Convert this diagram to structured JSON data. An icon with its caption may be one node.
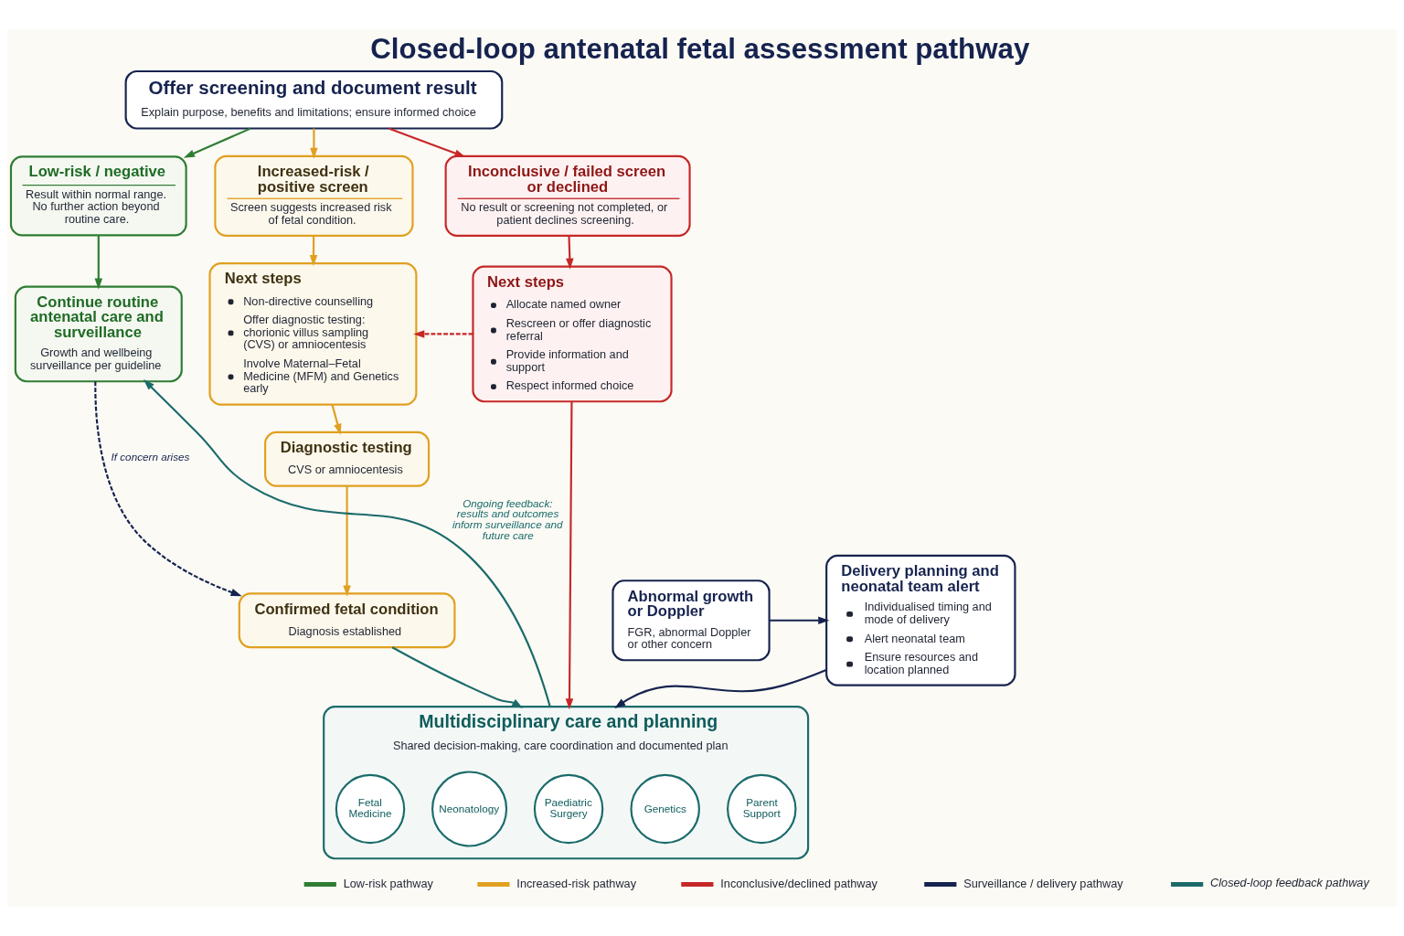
{
  "diagram": {
    "title": "Closed-loop antenatal fetal assessment pathway",
    "nodes": [
      {
        "text": [
          "Offer screening and document result",
          "Explain purpose, benefits and limitations; ensure informed choice"
        ]
      },
      {
        "text": [
          "Low-risk / negative",
          "Result within normal range. No further action beyond routine care."
        ]
      },
      {
        "text": [
          "Increased-risk / positive screen",
          "Screen suggests increased risk of fetal condition."
        ]
      },
      {
        "text": [
          "Inconclusive / failed screen or declined",
          "No result or screening not completed, or patient declines screening."
        ]
      },
      {
        "text": [
          "Continue routine antenatal care and surveillance",
          "Growth and wellbeing surveillance per guideline"
        ]
      },
      {
        "text": [
          "Next steps",
          "Non-directive counselling",
          "Offer diagnostic testing: chorionic villus sampling (CVS) or amniocentesis",
          "Involve Maternal–Fetal Medicine (MFM) and Genetics early"
        ]
      },
      {
        "text": [
          "Next steps",
          "Allocate named owner",
          "Rescreen or offer diagnostic referral",
          "Provide information and support",
          "Respect informed choice"
        ]
      },
      {
        "text": [
          "Diagnostic testing",
          "CVS or amniocentesis"
        ]
      },
      {
        "text": [
          "Confirmed fetal condition",
          "Diagnosis established"
        ]
      },
      {
        "text": [
          "Abnormal growth or Doppler",
          "FGR, abnormal Doppler or other concern"
        ]
      },
      {
        "text": [
          "Delivery planning and neonatal team alert",
          "Individualised timing and mode of delivery",
          "Alert neonatal team",
          "Ensure resources and location planned"
        ]
      },
      {
        "text": [
          "Multidisciplinary care and planning",
          "Shared decision-making, care coordination and documented plan"
        ]
      },
      {
        "text": [
          "Fetal Medicine"
        ],
        "in": 11
      },
      {
        "text": [
          "Neonatology"
        ],
        "in": 11
      },
      {
        "text": [
          "Paediatric Surgery"
        ],
        "in": 11
      },
      {
        "text": [
          "Genetics"
        ],
        "in": 11
      },
      {
        "text": [
          "Parent Support"
        ],
        "in": 11
      }
    ],
    "edges": [
      {
        "from": 0,
        "to": 1,
        "arrow": "to",
        "color": "#2e7d32"
      },
      {
        "from": 0,
        "to": 2,
        "arrow": "to",
        "color": "#e0a020"
      },
      {
        "from": 0,
        "to": 3,
        "arrow": "to",
        "color": "#c62828"
      },
      {
        "from": 1,
        "to": 4,
        "arrow": "to",
        "color": "#2e7d32"
      },
      {
        "from": 2,
        "to": 5,
        "arrow": "to",
        "color": "#e0a020"
      },
      {
        "from": 3,
        "to": 6,
        "arrow": "to",
        "color": "#c62828"
      },
      {
        "from": 6,
        "to": 5,
        "arrow": "to",
        "style": "dashed",
        "color": "#c62828"
      },
      {
        "from": 5,
        "to": 7,
        "arrow": "to",
        "color": "#e0a020"
      },
      {
        "from": 7,
        "to": 8,
        "arrow": "to",
        "color": "#e0a020"
      },
      {
        "from": 4,
        "to": 8,
        "arrow": "to",
        "style": "dashed",
        "color": "#16234f",
        "label": "If concern arises"
      },
      {
        "from": 9,
        "to": 10,
        "arrow": "to",
        "color": "#16234f"
      },
      {
        "from": 8,
        "to": 11,
        "arrow": "to",
        "color": "#1b6b6b"
      },
      {
        "from": 6,
        "to": 11,
        "arrow": "to",
        "color": "#c62828"
      },
      {
        "from": 10,
        "to": 11,
        "arrow": "to",
        "color": "#16234f"
      },
      {
        "from": 11,
        "to": 4,
        "arrow": "to",
        "color": "#1b6b6b",
        "label": "Ongoing feedback: results and outcomes inform surveillance and future care"
      }
    ],
    "legend": [
      {
        "text": "Low-risk pathway",
        "color": "#2e7d32"
      },
      {
        "text": "Increased-risk pathway",
        "color": "#e0a020"
      },
      {
        "text": "Inconclusive/declined pathway",
        "color": "#c62828"
      },
      {
        "text": "Surveillance / delivery pathway",
        "color": "#16234f"
      },
      {
        "text": "Closed-loop feedback pathway",
        "color": "#1b6b6b"
      }
    ]
  }
}
